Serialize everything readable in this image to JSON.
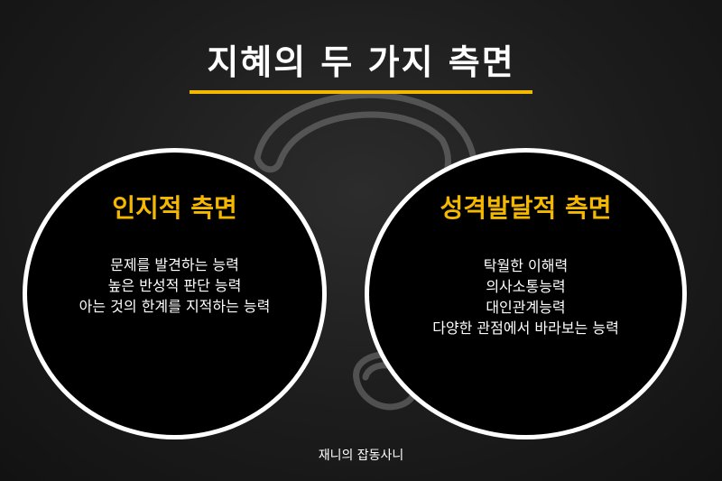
{
  "title": "지혜의 두 가지 측면",
  "colors": {
    "accent": "#f5b800",
    "background": "#1c1c1c",
    "text": "#ffffff"
  },
  "background_graphic": "question-mark-chalk-drawing",
  "left_circle": {
    "heading": "인지적 측면",
    "items": [
      "문제를 발견하는 능력",
      "높은 반성적 판단 능력",
      "아는 것의 한계를 지적하는 능력"
    ]
  },
  "right_circle": {
    "heading": "성격발달적 측면",
    "items": [
      "탁월한 이해력",
      "의사소통능력",
      "대인관계능력",
      "다양한 관점에서 바라보는 능력"
    ]
  },
  "footer": "재니의 잡동사니"
}
